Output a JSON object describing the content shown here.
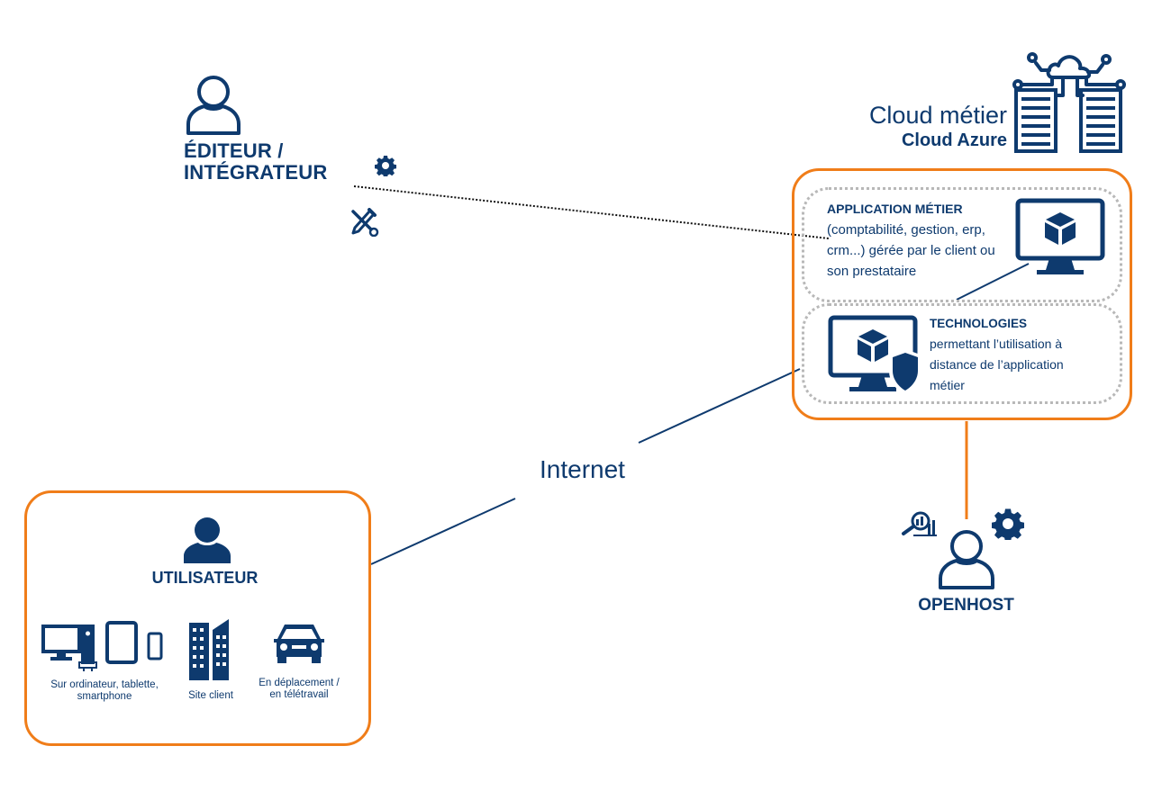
{
  "editeur": {
    "line1": "ÉDITEUR /",
    "line2": "INTÉGRATEUR"
  },
  "cloud": {
    "title": "Cloud métier",
    "subtitle": "Cloud Azure"
  },
  "application": {
    "title": "APPLICATION MÉTIER",
    "line1": "(comptabilité, gestion, erp,",
    "line2": "crm...) gérée par le client ou",
    "line3": "son prestataire"
  },
  "technologies": {
    "title": "TECHNOLOGIES",
    "line1": "permettant l’utilisation à",
    "line2": "distance de l’application",
    "line3": "métier"
  },
  "internet": "Internet",
  "utilisateur": {
    "title": "UTILISATEUR",
    "devices": {
      "caption_line1": "Sur ordinateur, tablette,",
      "caption_line2": "smartphone"
    },
    "site": {
      "caption": "Site client"
    },
    "travel": {
      "caption_line1": "En déplacement /",
      "caption_line2": "en télétravail"
    }
  },
  "openhost": "OPENHOST",
  "colors": {
    "navy": "#0e3a6e",
    "orange": "#f07d19",
    "dotted_gray": "#b8b8b8"
  },
  "icons": [
    "user-outline-icon",
    "gear-icon",
    "tools-icon",
    "cloud-network-icon",
    "server-rack-icon",
    "monitor-cube-icon",
    "monitor-shield-icon",
    "user-filled-icon",
    "desktop-tower-icon",
    "tablet-icon",
    "smartphone-icon",
    "buildings-icon",
    "car-icon",
    "analytics-icon"
  ]
}
